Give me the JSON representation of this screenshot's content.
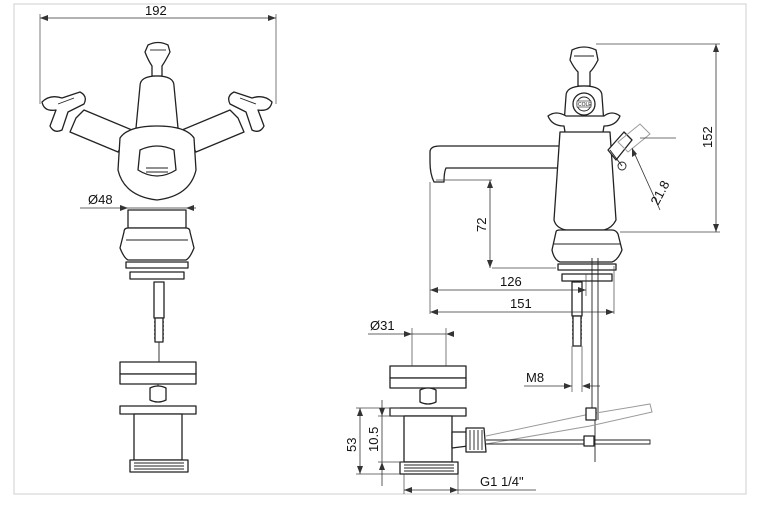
{
  "dimensions": {
    "overall_width": "192",
    "body_diameter": "Ø48",
    "overall_height": "152",
    "lever_offset": "21.8",
    "spout_height": "72",
    "spout_reach_inner": "126",
    "spout_reach_outer": "151",
    "waste_diameter": "Ø31",
    "thread_size": "M8",
    "waste_height": "53",
    "waste_offset": "10.5",
    "waste_thread": "G1 1/4\""
  },
  "logo_text": "COLE"
}
